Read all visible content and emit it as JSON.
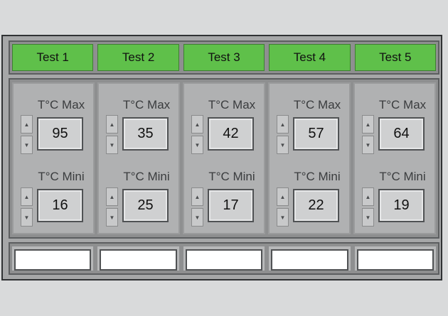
{
  "tests": [
    {
      "name": "Test 1",
      "max_label": "T°C Max",
      "max_value": "95",
      "min_label": "T°C Mini",
      "min_value": "16",
      "footer_value": ""
    },
    {
      "name": "Test 2",
      "max_label": "T°C Max",
      "max_value": "35",
      "min_label": "T°C Mini",
      "min_value": "25",
      "footer_value": ""
    },
    {
      "name": "Test 3",
      "max_label": "T°C Max",
      "max_value": "42",
      "min_label": "T°C Mini",
      "min_value": "17",
      "footer_value": ""
    },
    {
      "name": "Test 4",
      "max_label": "T°C Max",
      "max_value": "57",
      "min_label": "T°C Mini",
      "min_value": "22",
      "footer_value": ""
    },
    {
      "name": "Test 5",
      "max_label": "T°C Max",
      "max_value": "64",
      "min_label": "T°C Mini",
      "min_value": "19",
      "footer_value": ""
    }
  ],
  "spinner": {
    "up_glyph": "▲",
    "down_glyph": "▼"
  },
  "colors": {
    "tab_green": "#5fc04a",
    "panel": "#a6a7a8",
    "background": "#d9dadb"
  }
}
